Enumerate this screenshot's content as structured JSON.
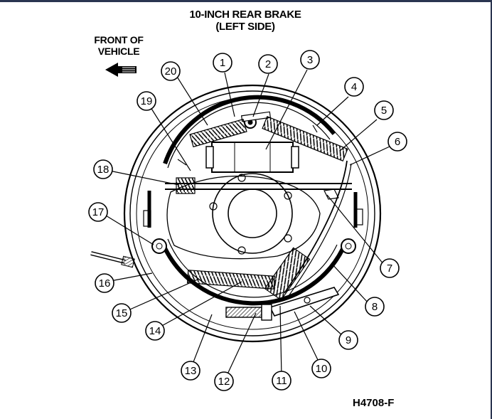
{
  "diagram": {
    "title_line1": "10-INCH REAR BRAKE",
    "title_line2": "(LEFT SIDE)",
    "front_line1": "FRONT OF",
    "front_line2": "VEHICLE",
    "figure_code": "H4708-F",
    "callouts": [
      "1",
      "2",
      "3",
      "4",
      "5",
      "6",
      "7",
      "8",
      "9",
      "10",
      "11",
      "12",
      "13",
      "14",
      "15",
      "16",
      "17",
      "18",
      "19",
      "20"
    ]
  },
  "colors": {
    "line": "#000000",
    "background": "#ffffff",
    "frame": "#2a3550"
  }
}
